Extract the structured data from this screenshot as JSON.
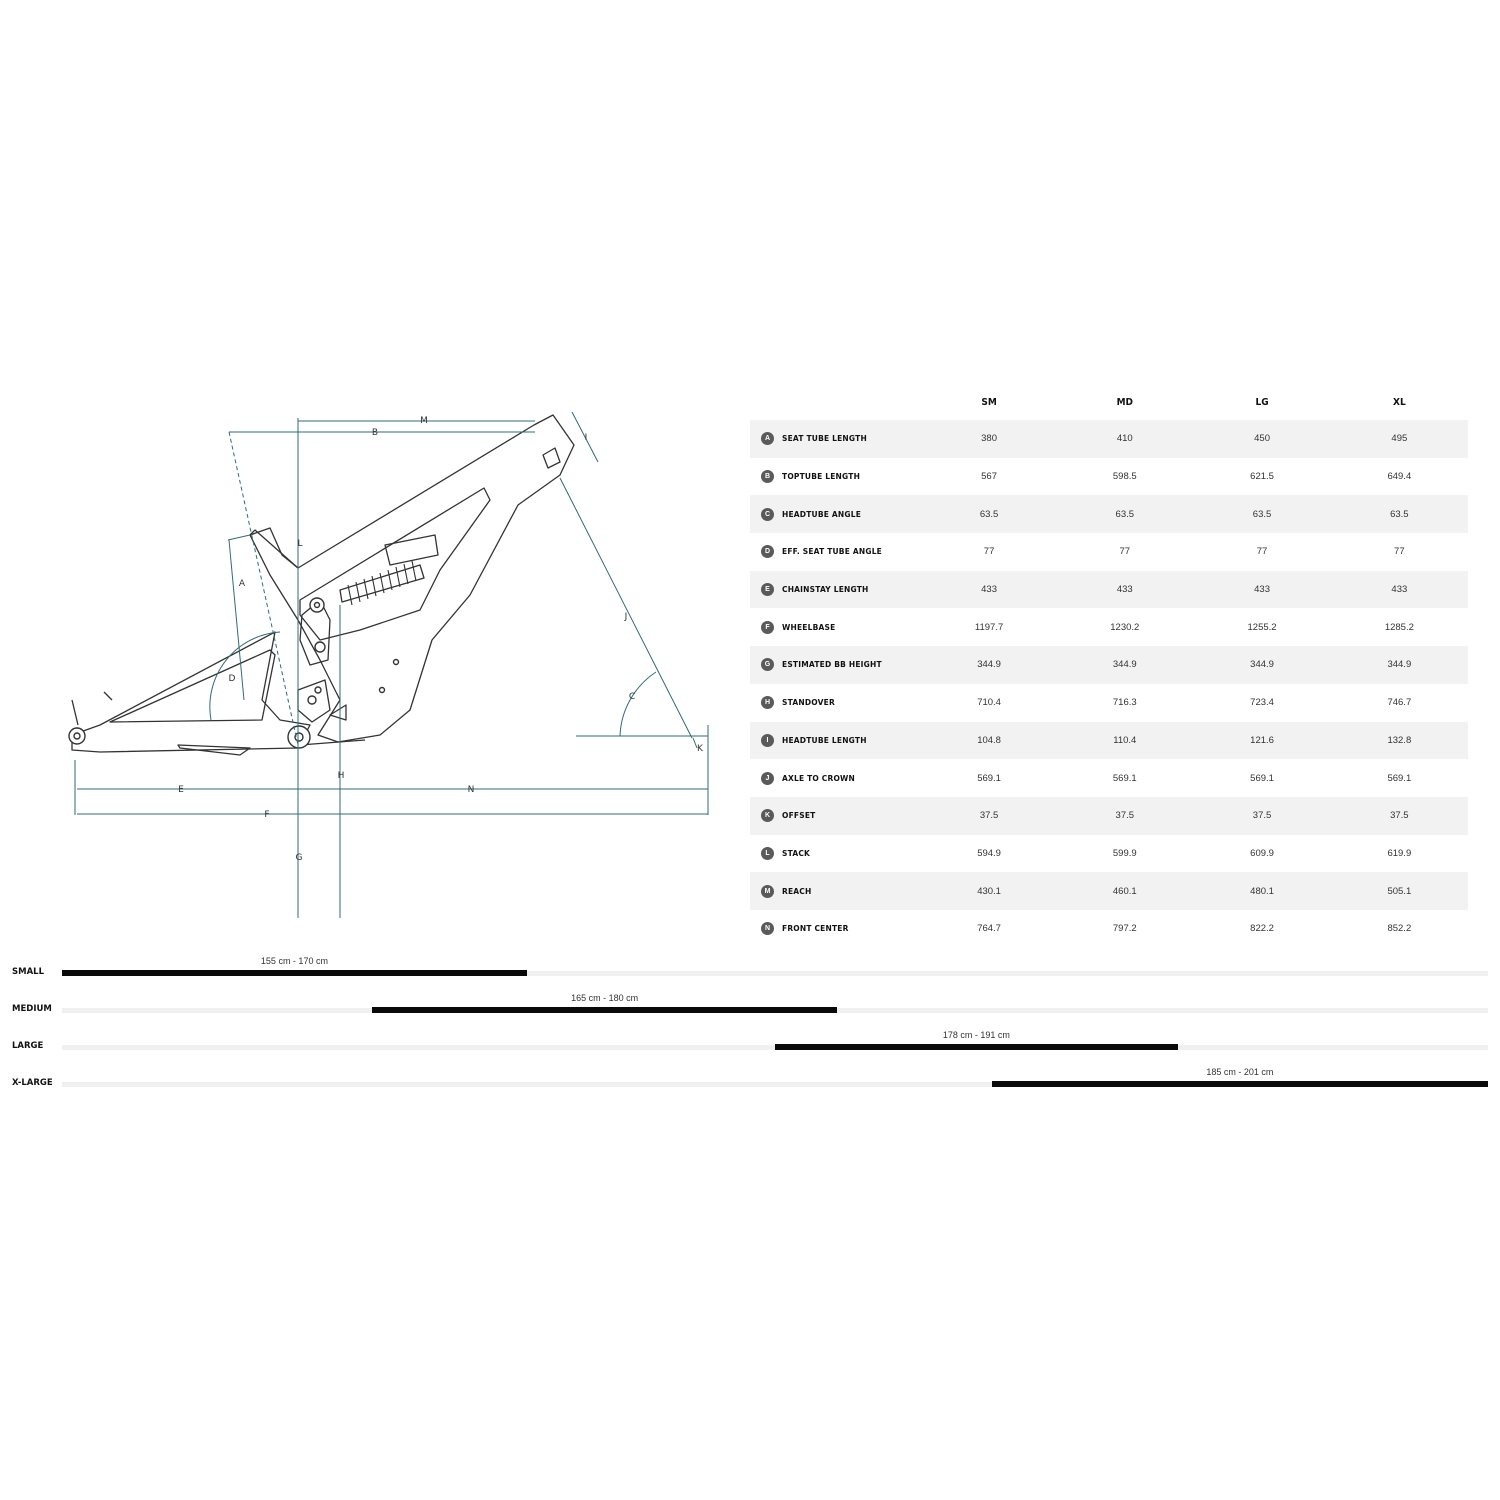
{
  "table": {
    "headers": [
      "SM",
      "MD",
      "LG",
      "XL"
    ],
    "rows": [
      {
        "letter": "A",
        "label": "SEAT TUBE LENGTH",
        "values": [
          "380",
          "410",
          "450",
          "495"
        ]
      },
      {
        "letter": "B",
        "label": "TOPTUBE LENGTH",
        "values": [
          "567",
          "598.5",
          "621.5",
          "649.4"
        ]
      },
      {
        "letter": "C",
        "label": "HEADTUBE ANGLE",
        "values": [
          "63.5",
          "63.5",
          "63.5",
          "63.5"
        ]
      },
      {
        "letter": "D",
        "label": "EFF. SEAT TUBE ANGLE",
        "values": [
          "77",
          "77",
          "77",
          "77"
        ]
      },
      {
        "letter": "E",
        "label": "CHAINSTAY LENGTH",
        "values": [
          "433",
          "433",
          "433",
          "433"
        ]
      },
      {
        "letter": "F",
        "label": "WHEELBASE",
        "values": [
          "1197.7",
          "1230.2",
          "1255.2",
          "1285.2"
        ]
      },
      {
        "letter": "G",
        "label": "ESTIMATED BB HEIGHT",
        "values": [
          "344.9",
          "344.9",
          "344.9",
          "344.9"
        ]
      },
      {
        "letter": "H",
        "label": "STANDOVER",
        "values": [
          "710.4",
          "716.3",
          "723.4",
          "746.7"
        ]
      },
      {
        "letter": "I",
        "label": "HEADTUBE LENGTH",
        "values": [
          "104.8",
          "110.4",
          "121.6",
          "132.8"
        ]
      },
      {
        "letter": "J",
        "label": "AXLE TO CROWN",
        "values": [
          "569.1",
          "569.1",
          "569.1",
          "569.1"
        ]
      },
      {
        "letter": "K",
        "label": "OFFSET",
        "values": [
          "37.5",
          "37.5",
          "37.5",
          "37.5"
        ]
      },
      {
        "letter": "L",
        "label": "STACK",
        "values": [
          "594.9",
          "599.9",
          "609.9",
          "619.9"
        ]
      },
      {
        "letter": "M",
        "label": "REACH",
        "values": [
          "430.1",
          "460.1",
          "480.1",
          "505.1"
        ]
      },
      {
        "letter": "N",
        "label": "FRONT CENTER",
        "values": [
          "764.7",
          "797.2",
          "822.2",
          "852.2"
        ]
      }
    ]
  },
  "sizing": [
    {
      "label": "SMALL",
      "range": "155 cm - 170 cm",
      "start_frac": 0.0,
      "end_frac": 0.326
    },
    {
      "label": "MEDIUM",
      "range": "165 cm - 180 cm",
      "start_frac": 0.2175,
      "end_frac": 0.5435
    },
    {
      "label": "LARGE",
      "range": "178 cm - 191 cm",
      "start_frac": 0.5,
      "end_frac": 0.7825
    },
    {
      "label": "X-LARGE",
      "range": "185 cm - 201 cm",
      "start_frac": 0.652,
      "end_frac": 1.0
    }
  ],
  "diagram": {
    "dimension_letters": [
      "A",
      "B",
      "C",
      "D",
      "E",
      "F",
      "G",
      "H",
      "I",
      "J",
      "K",
      "L",
      "M",
      "N"
    ],
    "dimension_color": "#2f6b78",
    "frame_color": "#333333"
  }
}
